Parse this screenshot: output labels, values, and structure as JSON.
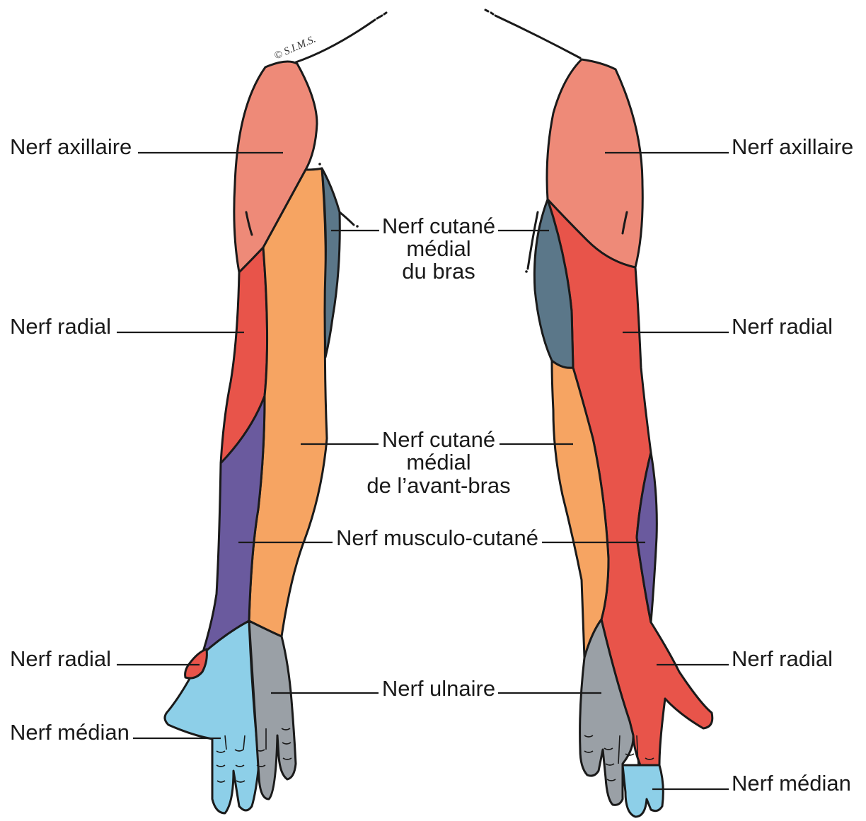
{
  "watermark": "© S.I.M.S.",
  "colors": {
    "axillary": "#EE8A78",
    "radial": "#E8544A",
    "medial_cutaneous_arm": "#5B7789",
    "medial_cutaneous_forearm": "#F6A462",
    "musculocutaneous": "#6A5A9E",
    "ulnar": "#9AA0A6",
    "median": "#8DCFE8",
    "outline": "#1A1A1A"
  },
  "labels": {
    "left_axillary": "Nerf axillaire",
    "left_radial_arm": "Nerf radial",
    "left_radial_hand": "Nerf radial",
    "left_median": "Nerf médian",
    "right_axillary": "Nerf axillaire",
    "right_radial_arm": "Nerf radial",
    "right_radial_hand": "Nerf radial",
    "right_median": "Nerf médian",
    "medial_cutaneous_arm": [
      "Nerf cutané",
      "médial",
      "du bras"
    ],
    "medial_cutaneous_forearm": [
      "Nerf cutané",
      "médial",
      "de l’avant-bras"
    ],
    "musculocutaneous": "Nerf musculo-cutané",
    "ulnar": "Nerf ulnaire"
  }
}
